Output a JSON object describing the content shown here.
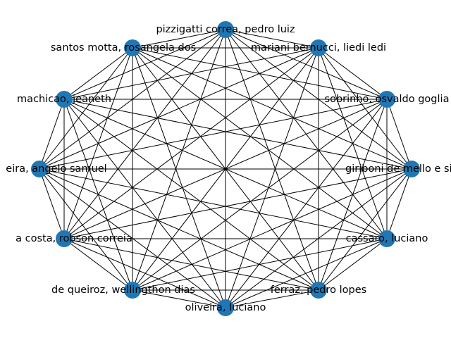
{
  "graph": {
    "layout": "circular",
    "complete": true,
    "colors": {
      "node": "#1f77b4",
      "edge": "#000000",
      "background": "#ffffff"
    },
    "nodes": [
      {
        "id": "n0",
        "label": "pizzigatti correa, pedro luiz"
      },
      {
        "id": "n1",
        "label": "mariani bernucci, liedi ledi"
      },
      {
        "id": "n2",
        "label": "sobrinho, osvaldo goglia"
      },
      {
        "id": "n3",
        "label": "giriboni de mello e silva, t"
      },
      {
        "id": "n4",
        "label": "cassaro, luciano"
      },
      {
        "id": "n5",
        "label": "ferraz, pedro lopes"
      },
      {
        "id": "n6",
        "label": "oliveira, luciano"
      },
      {
        "id": "n7",
        "label": "de queiroz, wellingthon dias"
      },
      {
        "id": "n8",
        "label": "a costa, robson correia"
      },
      {
        "id": "n9",
        "label": "eira, angelo samuel"
      },
      {
        "id": "n10",
        "label": "machicao, jeaneth"
      },
      {
        "id": "n11",
        "label": "santos motta, rosangela dos"
      }
    ]
  }
}
